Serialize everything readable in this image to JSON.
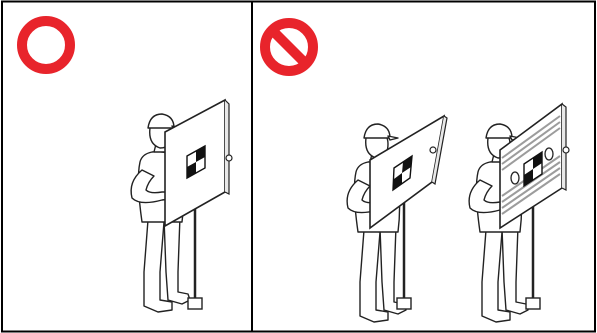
{
  "colors": {
    "correct_mark": "#e8242b",
    "incorrect_mark": "#e8242b",
    "frame": "#000000",
    "figure_stroke": "#222222",
    "figure_fill": "#ffffff",
    "shirt_shade": "#f2f2f2",
    "target_black": "#111111",
    "stripe": "#9c9c9c"
  },
  "panels": [
    {
      "verdict": "correct",
      "symbol": "circle-icon"
    },
    {
      "verdict": "incorrect",
      "symbol": "prohibited-icon"
    }
  ],
  "examples": [
    {
      "panel": 0,
      "board": "upright-plain-target-board"
    },
    {
      "panel": 1,
      "board": "tilted-plain-target-board"
    },
    {
      "panel": 1,
      "board": "striped-target-board"
    }
  ]
}
